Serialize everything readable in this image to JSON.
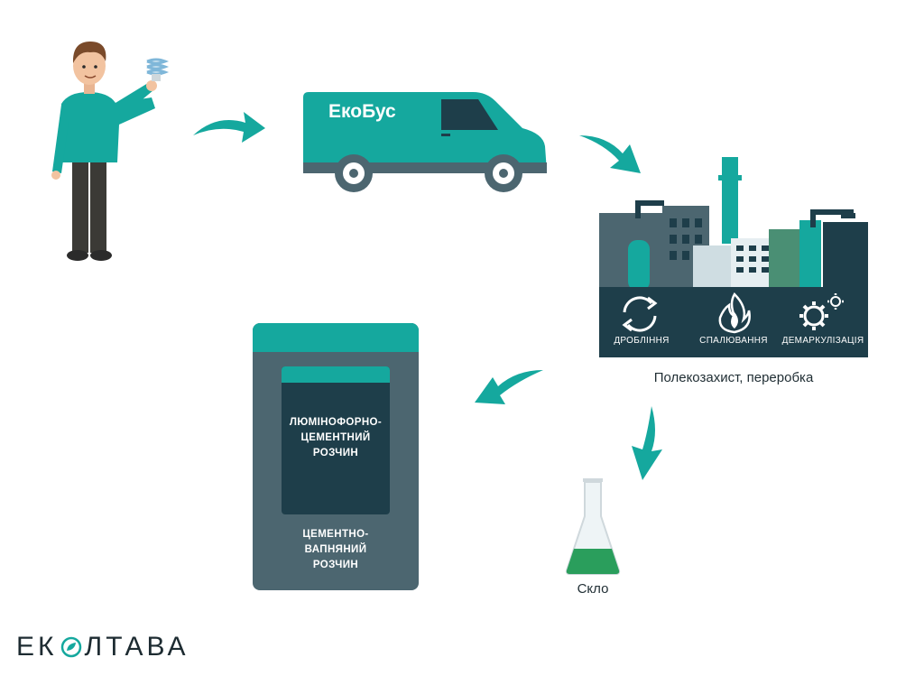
{
  "van": {
    "label": "ЕкоБус"
  },
  "factory": {
    "steps": [
      {
        "label": "ДРОБЛІННЯ",
        "icon": "recycle-icon"
      },
      {
        "label": "СПАЛЮВАННЯ",
        "icon": "flame-icon"
      },
      {
        "label": "ДЕМАРКУЛІЗАЦІЯ",
        "icon": "gears-icon"
      }
    ],
    "caption": "Полекозахист, переробка"
  },
  "bag": {
    "inner_lines": [
      "ЛЮМІНОФОРНО-",
      "ЦЕМЕНТНИЙ",
      "РОЗЧИН"
    ],
    "outer_lines": [
      "ЦЕМЕНТНО-",
      "ВАПНЯНИЙ",
      "РОЗЧИН"
    ]
  },
  "flask": {
    "caption": "Скло"
  },
  "logo": {
    "text_left": "ЕК",
    "text_right": "ЛТАВА"
  },
  "colors": {
    "teal": "#15a89e",
    "dark_slate": "#1e3e4a",
    "bag_grey": "#4c6670",
    "glass_green": "#2a9e5c",
    "text_dark": "#1d2b31"
  }
}
